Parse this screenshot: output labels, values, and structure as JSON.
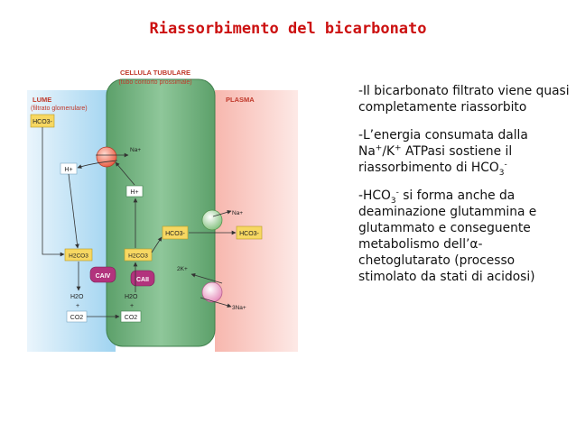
{
  "title": "Riassorbimento del bicarbonato",
  "diagram": {
    "cell_title": "CELLULA TUBULARE",
    "cell_subtitle": "(tubo contorto prossimale)",
    "lumen_title": "LUME",
    "lumen_subtitle": "(filtrato glomerulare)",
    "plasma_title": "PLASMA",
    "lumen_hco3": "HCO3-",
    "lumen_h": "H+",
    "lumen_h2co3": "H2CO3",
    "lumen_h2o": "H2O",
    "lumen_plus": "+",
    "lumen_co2": "CO2",
    "cell_h": "H+",
    "cell_h2co3": "H2CO3",
    "cell_h2o": "H2O",
    "cell_plus": "+",
    "cell_co2": "CO2",
    "cell_hco3": "HCO3-",
    "plasma_hco3": "HCO3-",
    "na_lumen": "Na+",
    "na_plasma": "Na+",
    "k2": "2K+",
    "na3": "3Na+",
    "caiv": "CAIV",
    "caii": "CAII"
  },
  "text": {
    "p1": "-Il bicarbonato filtrato viene quasi completamente riassorbito",
    "p2_a": "-L’energia consumata dalla Na",
    "p2_b": "/K",
    "p2_c": " ATPasi sostiene il riassorbimento di HCO",
    "p3_a": "-HCO",
    "p3_b": " si forma anche da deaminazione glutammina e glutammato e conseguente metabolismo dell’",
    "p3_alpha": "α",
    "p3_c": "-chetoglutarato (processo stimolato da stati di acidosi)"
  }
}
